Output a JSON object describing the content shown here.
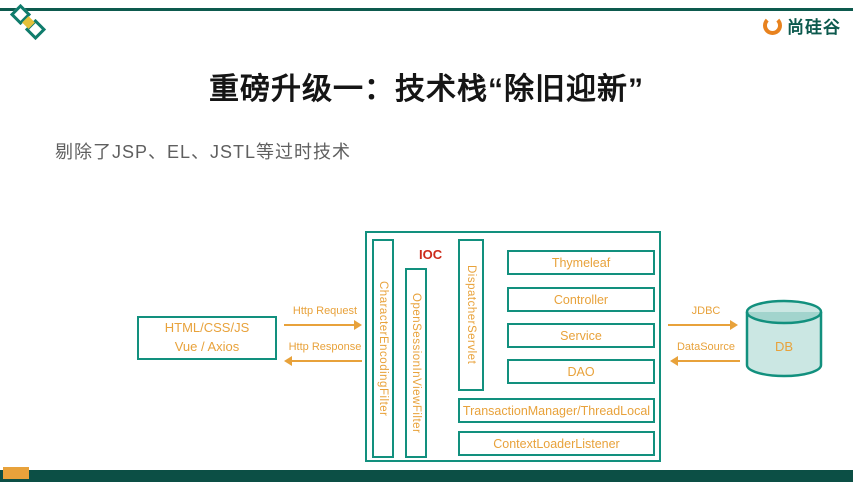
{
  "topbar": {
    "brand": "尚硅谷"
  },
  "slide": {
    "title": "重磅升级一：技术栈“除旧迎新”",
    "subtitle": "剔除了JSP、EL、JSTL等过时技术"
  },
  "diagram": {
    "client": {
      "line1": "HTML/CSS/JS",
      "line2": "Vue / Axios"
    },
    "http_request": "Http Request",
    "http_response": "Http Response",
    "ioc": "IOC",
    "filters": [
      "CharacterEncodingFilter",
      "OpenSessionInViewFilter",
      "DispatcherServlet"
    ],
    "layers": [
      "Thymeleaf",
      "Controller",
      "Service",
      "DAO"
    ],
    "wide": [
      "TransactionManager/ThreadLocal",
      "ContextLoaderListener"
    ],
    "jdbc": "JDBC",
    "datasource": "DataSource",
    "db": "DB"
  },
  "colors": {
    "teal_border": "#12907e",
    "orange_text": "#e8a23b",
    "ioc_red": "#cc2a1a",
    "top_line": "#0d5a4e",
    "bottom_bar": "#0c4f45",
    "brand_orange": "#e8821e"
  }
}
